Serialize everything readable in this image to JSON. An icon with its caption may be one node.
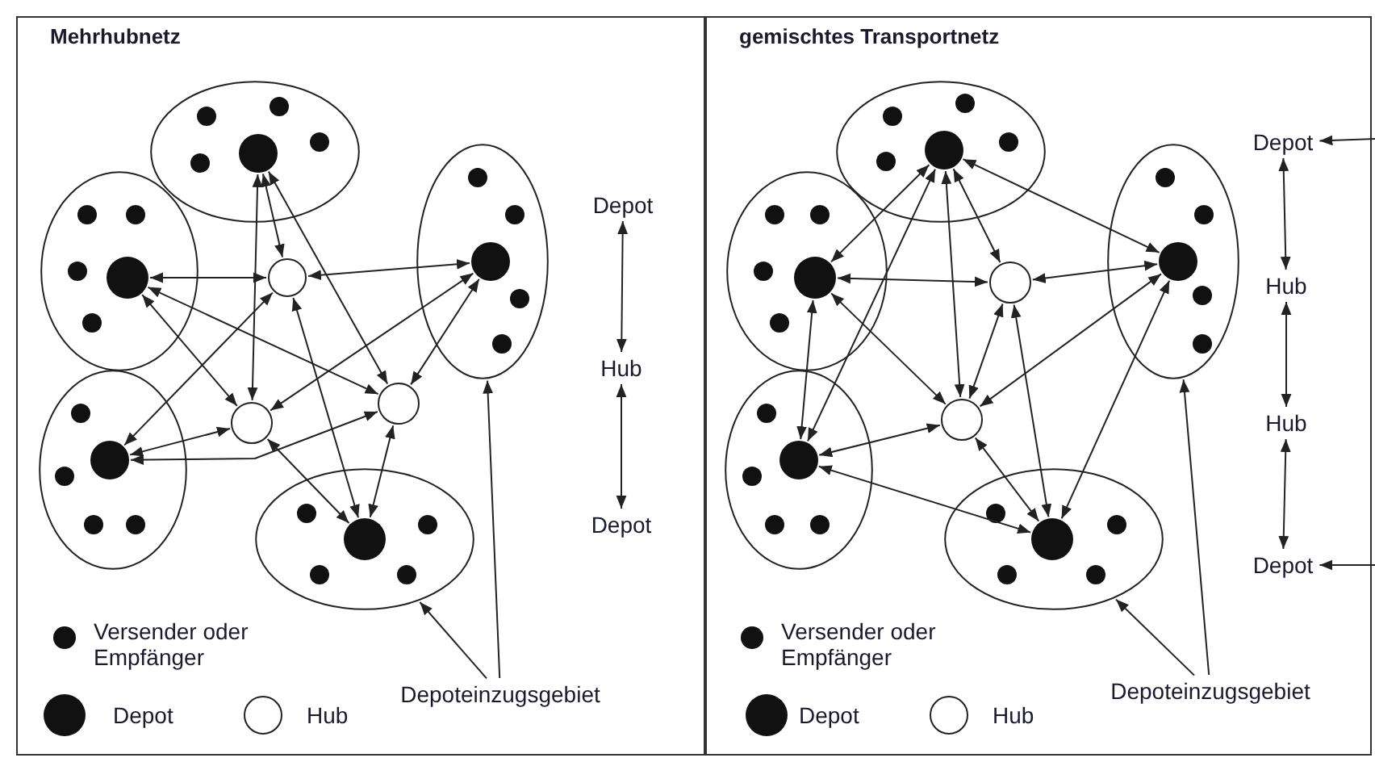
{
  "diagram": {
    "nodes": [
      {
        "text": [
          "Mehrhubnetz"
        ]
      },
      {
        "text": [],
        "shape": "ellipse",
        "in": 0
      },
      {
        "text": [],
        "shape": "ellipse",
        "in": 0
      },
      {
        "text": [],
        "shape": "ellipse",
        "in": 0
      },
      {
        "text": [],
        "shape": "ellipse",
        "in": 0
      },
      {
        "text": [],
        "shape": "ellipse",
        "in": 0
      },
      {
        "text": [],
        "shape": "circle",
        "in": 1
      },
      {
        "text": [],
        "shape": "circle",
        "in": 2
      },
      {
        "text": [],
        "shape": "circle",
        "in": 3
      },
      {
        "text": [],
        "shape": "circle",
        "in": 4
      },
      {
        "text": [],
        "shape": "circle",
        "in": 5
      },
      {
        "text": [],
        "shape": "circle",
        "in": 0
      },
      {
        "text": [],
        "shape": "circle",
        "in": 0
      },
      {
        "text": [],
        "shape": "circle",
        "in": 0
      },
      {
        "text": [
          "Depot"
        ],
        "in": 0
      },
      {
        "text": [
          "Hub"
        ],
        "in": 0
      },
      {
        "text": [
          "Depot"
        ],
        "in": 0
      },
      {
        "text": [
          "Depoteinzugsgebiet"
        ],
        "in": 0
      },
      {
        "text": [
          "gemischtes Transportnetz"
        ]
      },
      {
        "text": [],
        "shape": "ellipse",
        "in": 18
      },
      {
        "text": [],
        "shape": "ellipse",
        "in": 18
      },
      {
        "text": [],
        "shape": "ellipse",
        "in": 18
      },
      {
        "text": [],
        "shape": "ellipse",
        "in": 18
      },
      {
        "text": [],
        "shape": "ellipse",
        "in": 18
      },
      {
        "text": [],
        "shape": "circle",
        "in": 19
      },
      {
        "text": [],
        "shape": "circle",
        "in": 20
      },
      {
        "text": [],
        "shape": "circle",
        "in": 21
      },
      {
        "text": [],
        "shape": "circle",
        "in": 22
      },
      {
        "text": [],
        "shape": "circle",
        "in": 23
      },
      {
        "text": [],
        "shape": "circle",
        "in": 18
      },
      {
        "text": [],
        "shape": "circle",
        "in": 18
      },
      {
        "text": [
          "Depot"
        ],
        "in": 18
      },
      {
        "text": [
          "Hub"
        ],
        "in": 18
      },
      {
        "text": [
          "Hub"
        ],
        "in": 18
      },
      {
        "text": [
          "Depot"
        ],
        "in": 18
      },
      {
        "text": [
          "Depoteinzugsgebiet"
        ],
        "in": 18
      }
    ],
    "edges": [
      {
        "from": 6,
        "to": 11,
        "arrow": "both"
      },
      {
        "from": 6,
        "to": 12,
        "arrow": "both"
      },
      {
        "from": 6,
        "to": 13,
        "arrow": "both"
      },
      {
        "from": 7,
        "to": 11,
        "arrow": "both"
      },
      {
        "from": 7,
        "to": 12,
        "arrow": "both"
      },
      {
        "from": 7,
        "to": 13,
        "arrow": "both"
      },
      {
        "from": 8,
        "to": 11,
        "arrow": "both"
      },
      {
        "from": 8,
        "to": 12,
        "arrow": "both"
      },
      {
        "from": 8,
        "to": 13,
        "arrow": "both"
      },
      {
        "from": 9,
        "to": 11,
        "arrow": "both"
      },
      {
        "from": 9,
        "to": 12,
        "arrow": "both"
      },
      {
        "from": 9,
        "to": 13,
        "arrow": "both"
      },
      {
        "from": 10,
        "to": 11,
        "arrow": "both"
      },
      {
        "from": 10,
        "to": 12,
        "arrow": "both"
      },
      {
        "from": 10,
        "to": 13,
        "arrow": "both"
      },
      {
        "from": 14,
        "to": 15,
        "arrow": "both"
      },
      {
        "from": 15,
        "to": 16,
        "arrow": "both"
      },
      {
        "from": 17,
        "to": 5,
        "arrow": "to"
      },
      {
        "from": 17,
        "to": 3,
        "arrow": "to"
      },
      {
        "from": 24,
        "to": 25,
        "arrow": "both"
      },
      {
        "from": 24,
        "to": 26,
        "arrow": "both"
      },
      {
        "from": 24,
        "to": 29,
        "arrow": "both"
      },
      {
        "from": 24,
        "to": 30,
        "arrow": "both"
      },
      {
        "from": 24,
        "to": 27,
        "arrow": "both"
      },
      {
        "from": 25,
        "to": 29,
        "arrow": "both"
      },
      {
        "from": 25,
        "to": 27,
        "arrow": "both"
      },
      {
        "from": 25,
        "to": 30,
        "arrow": "both"
      },
      {
        "from": 29,
        "to": 26,
        "arrow": "both"
      },
      {
        "from": 29,
        "to": 30,
        "arrow": "both"
      },
      {
        "from": 29,
        "to": 28,
        "arrow": "both"
      },
      {
        "from": 26,
        "to": 30,
        "arrow": "both"
      },
      {
        "from": 26,
        "to": 28,
        "arrow": "both"
      },
      {
        "from": 30,
        "to": 27,
        "arrow": "both"
      },
      {
        "from": 30,
        "to": 28,
        "arrow": "both"
      },
      {
        "from": 27,
        "to": 28,
        "arrow": "both"
      },
      {
        "from": 31,
        "to": 32,
        "arrow": "both"
      },
      {
        "from": 32,
        "to": 33,
        "arrow": "both"
      },
      {
        "from": 33,
        "to": 34,
        "arrow": "both"
      },
      {
        "from": null,
        "to": 31,
        "arrow": "to"
      },
      {
        "from": null,
        "to": 34,
        "arrow": "to"
      },
      {
        "from": 35,
        "to": 23,
        "arrow": "to"
      },
      {
        "from": 35,
        "to": 21,
        "arrow": "to"
      }
    ],
    "legend": [
      {
        "text": "Versender oder Empfänger"
      },
      {
        "text": "Depot"
      },
      {
        "text": "Hub"
      },
      {
        "text": "Versender oder Empfänger"
      },
      {
        "text": "Depot"
      },
      {
        "text": "Hub"
      }
    ]
  }
}
